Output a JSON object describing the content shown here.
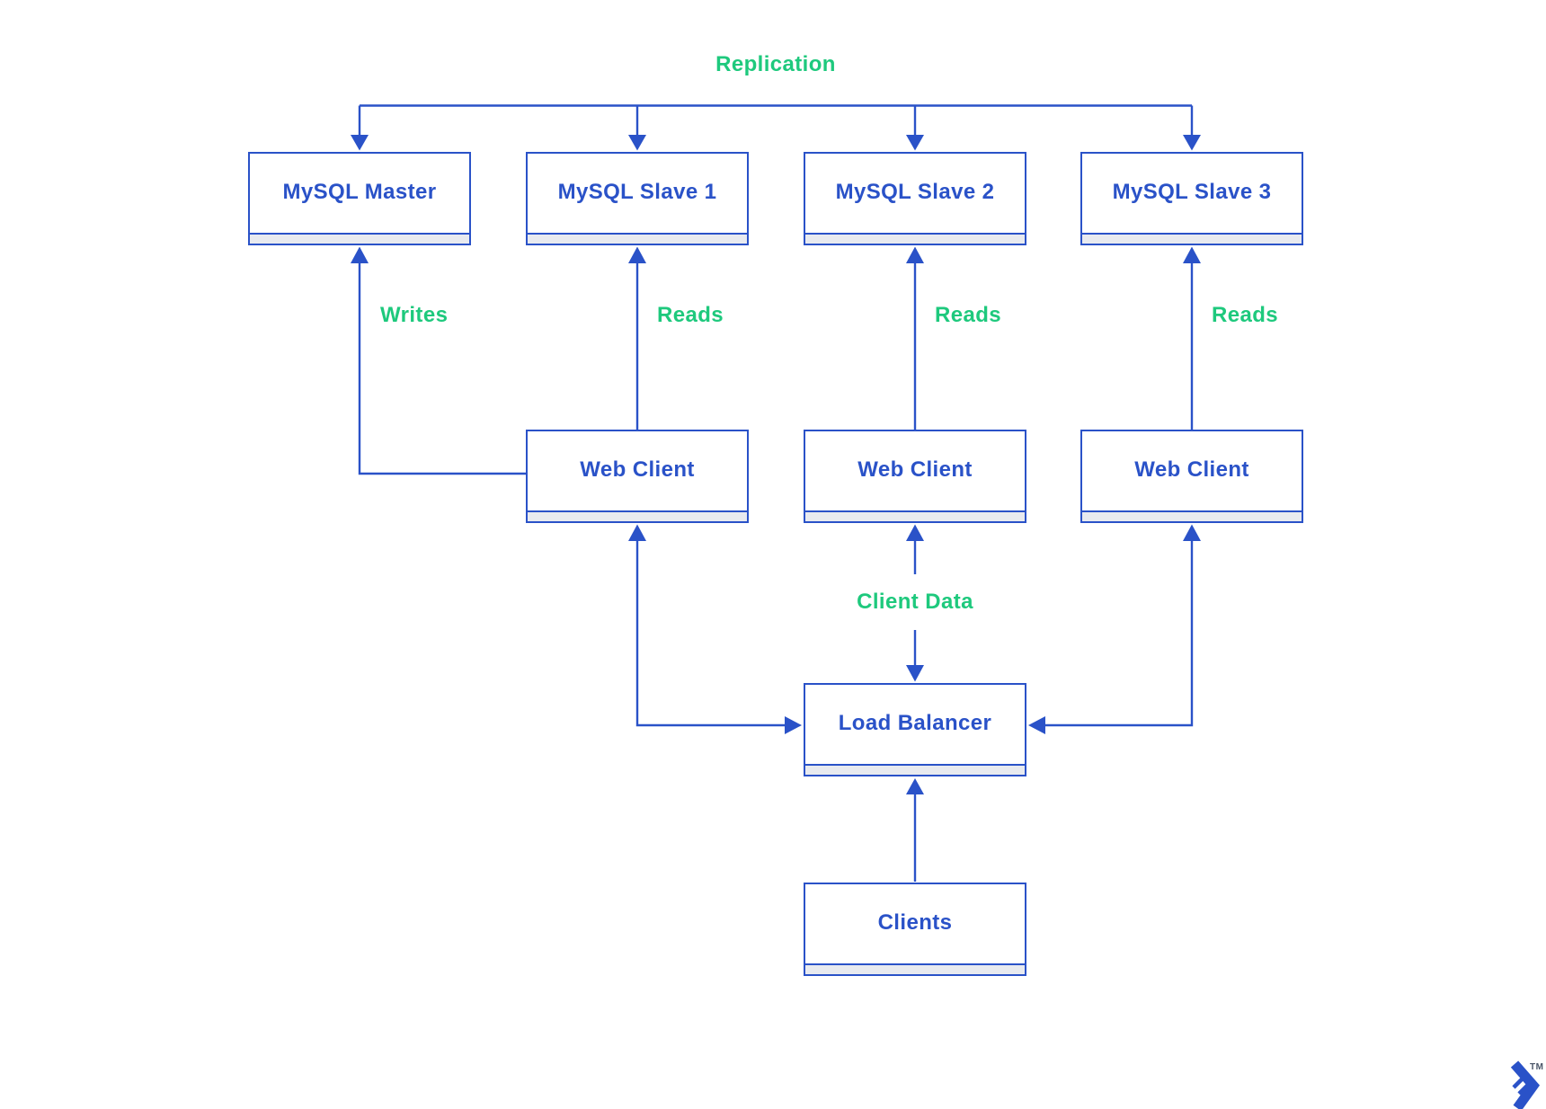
{
  "diagram": {
    "nodes": {
      "mysql_master": "MySQL Master",
      "mysql_slave_1": "MySQL Slave 1",
      "mysql_slave_2": "MySQL Slave 2",
      "mysql_slave_3": "MySQL Slave 3",
      "web_client_1": "Web Client",
      "web_client_2": "Web Client",
      "web_client_3": "Web Client",
      "load_balancer": "Load Balancer",
      "clients": "Clients"
    },
    "edge_labels": {
      "replication": "Replication",
      "writes": "Writes",
      "reads_1": "Reads",
      "reads_2": "Reads",
      "reads_3": "Reads",
      "client_data": "Client Data"
    },
    "edges": [
      {
        "from": "replication-bus",
        "to": "mysql_master",
        "label": "Replication"
      },
      {
        "from": "replication-bus",
        "to": "mysql_slave_1",
        "label": "Replication"
      },
      {
        "from": "replication-bus",
        "to": "mysql_slave_2",
        "label": "Replication"
      },
      {
        "from": "replication-bus",
        "to": "mysql_slave_3",
        "label": "Replication"
      },
      {
        "from": "web_client_1",
        "to": "mysql_master",
        "label": "Writes"
      },
      {
        "from": "web_client_1",
        "to": "mysql_slave_1",
        "label": "Reads"
      },
      {
        "from": "web_client_2",
        "to": "mysql_slave_2",
        "label": "Reads"
      },
      {
        "from": "web_client_3",
        "to": "mysql_slave_3",
        "label": "Reads"
      },
      {
        "from": "load_balancer",
        "to": "web_client_1",
        "label": ""
      },
      {
        "from": "load_balancer",
        "to": "web_client_2",
        "label": "Client Data"
      },
      {
        "from": "load_balancer",
        "to": "web_client_3",
        "label": ""
      },
      {
        "from": "clients",
        "to": "load_balancer",
        "label": ""
      }
    ],
    "colors": {
      "line_blue": "#2a52c8",
      "label_green": "#1ec97d",
      "node_band_gray": "#e8eaef"
    },
    "logo": {
      "trademark": "TM"
    }
  }
}
